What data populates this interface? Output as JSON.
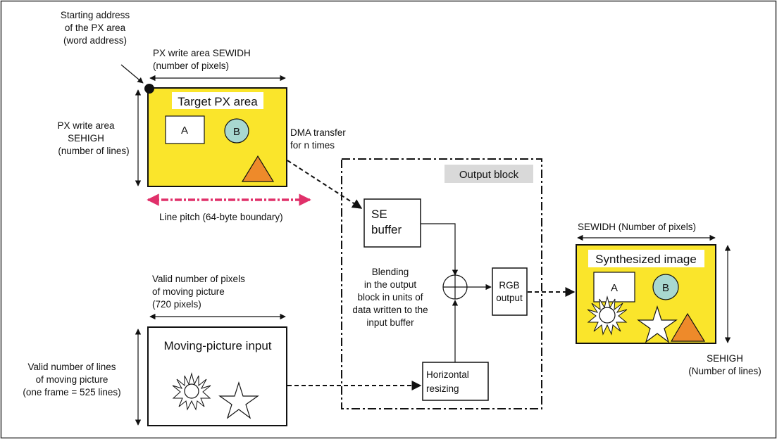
{
  "colors": {
    "yellow": "#FAE52B",
    "teal": "#A8D8D0",
    "orange": "#EE8A2A",
    "pink": "#E0306A",
    "gray": "#D9D9D9"
  },
  "labels": {
    "start_addr": [
      "Starting address",
      "of the PX area",
      "(word address)"
    ],
    "px_width": [
      "PX write area SEWIDH",
      "(number of pixels)"
    ],
    "px_height": [
      "PX write area",
      "SEHIGH",
      "(number of lines)"
    ],
    "target_px_area": "Target PX area",
    "box_a": "A",
    "circle_b": "B",
    "dma": [
      "DMA transfer",
      "for n times"
    ],
    "line_pitch": "Line pitch (64-byte boundary)",
    "output_block": "Output block",
    "se_buffer": [
      "SE",
      "buffer"
    ],
    "blending": [
      "Blending",
      "in the output",
      "block in units of",
      "data written to the",
      "input buffer"
    ],
    "rgb_output": [
      "RGB",
      "output"
    ],
    "horizontal_resizing": [
      "Horizontal",
      "resizing"
    ],
    "valid_pixels": [
      "Valid number of pixels",
      "of moving picture",
      "(720 pixels)"
    ],
    "moving_picture_input": "Moving-picture input",
    "valid_lines": [
      "Valid number of lines",
      "of moving picture",
      "(one frame = 525 lines)"
    ],
    "sewidh": "SEWIDH (Number of pixels)",
    "synthesized_image": "Synthesized image",
    "sehigh": [
      "SEHIGH",
      "(Number of lines)"
    ]
  }
}
